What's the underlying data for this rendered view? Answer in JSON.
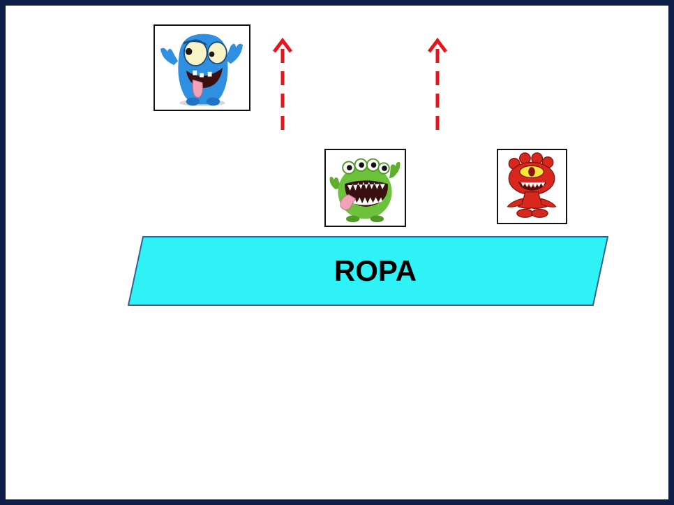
{
  "banner": {
    "label": "ROPA",
    "fill_color": "#2ff2f7",
    "border_color": "#3b5e8c"
  },
  "arrows": {
    "color": "#e8141c",
    "style": "dashed",
    "direction": "up",
    "count": 2
  },
  "characters": [
    {
      "icon": "blue-monster-icon",
      "color": "#2f8fe0",
      "position": "raised"
    },
    {
      "icon": "green-monster-icon",
      "color": "#6cc23a",
      "position": "on-banner"
    },
    {
      "icon": "red-monster-icon",
      "color": "#d8281e",
      "position": "on-banner"
    }
  ],
  "frame": {
    "border_color": "#0d1f4a"
  }
}
